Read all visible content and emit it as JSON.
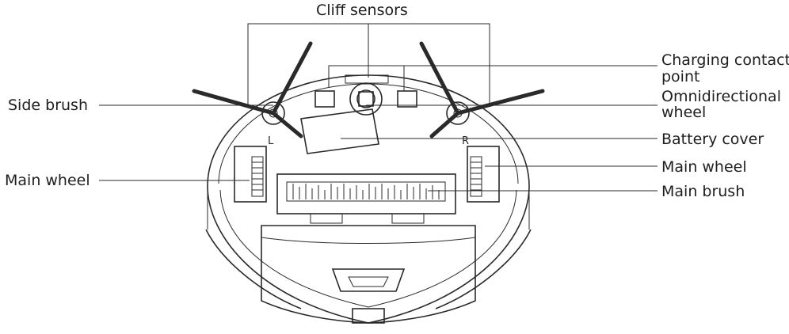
{
  "labels": {
    "cliff_sensors": "Cliff sensors",
    "charging_contact_point_line1": "Charging contact",
    "charging_contact_point_line2": "point",
    "omnidirectional_wheel_line1": "Omnidirectional",
    "omnidirectional_wheel_line2": "wheel",
    "battery_cover": "Battery cover",
    "main_wheel_right": "Main wheel",
    "main_brush": "Main brush",
    "side_brush": "Side brush",
    "main_wheel_left": "Main wheel"
  },
  "wheel_marks": {
    "left": "L",
    "right": "R"
  }
}
